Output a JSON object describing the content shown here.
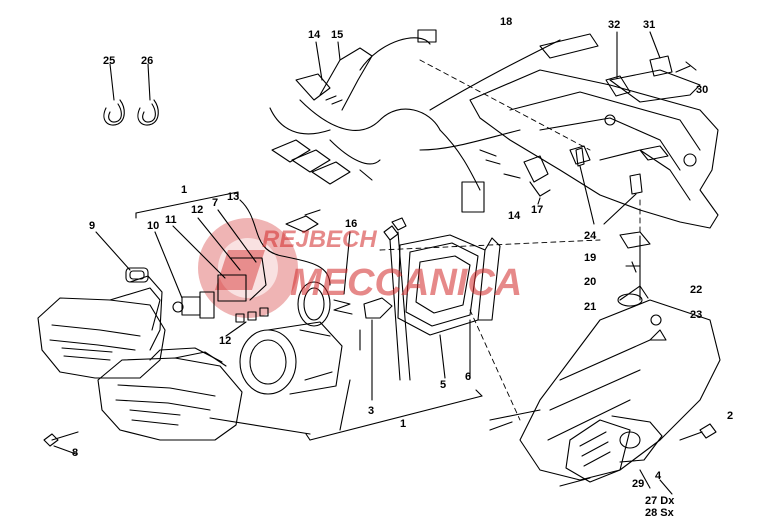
{
  "labels": {
    "l1a": "1",
    "l1b": "1",
    "l2": "2",
    "l3": "3",
    "l4": "4",
    "l5": "5",
    "l6": "6",
    "l7": "7",
    "l8": "8",
    "l9": "9",
    "l10": "10",
    "l11": "11",
    "l12a": "12",
    "l12b": "12",
    "l13": "13",
    "l14a": "14",
    "l14b": "14",
    "l15": "15",
    "l16": "16",
    "l17": "17",
    "l18": "18",
    "l19": "19",
    "l20": "20",
    "l21": "21",
    "l22": "22",
    "l23": "23",
    "l24": "24",
    "l25": "25",
    "l26": "26",
    "l27": "27 Dx",
    "l28": "28 Sx",
    "l29": "29",
    "l30": "30",
    "l31": "31",
    "l32": "32"
  },
  "watermark": {
    "line1": "REJBECH",
    "line2": "MECCANICA"
  },
  "colors": {
    "line": "#000000",
    "watermark": "#d22828"
  }
}
